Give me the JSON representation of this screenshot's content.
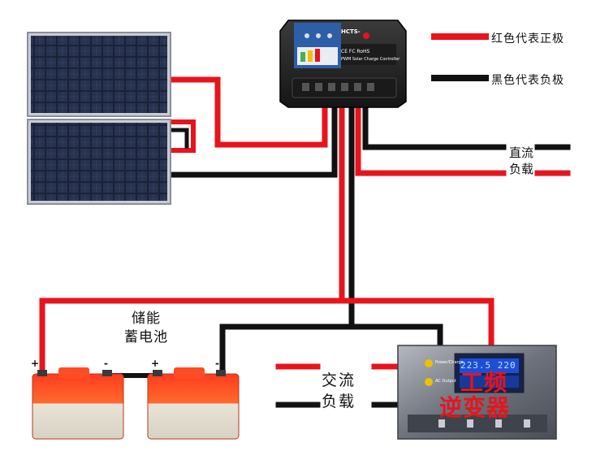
{
  "legend": {
    "positive": "红色代表正极",
    "negative": "黑色代表负极",
    "colors": {
      "positive": "#e8141c",
      "negative": "#111111"
    }
  },
  "controller": {
    "model": "HCTS-",
    "cert": "CE FC RoHS",
    "subtitle": "PWM Solar Charge Controller"
  },
  "dc_load": {
    "line1": "直流",
    "line2": "负载"
  },
  "battery": {
    "line1": "储能",
    "line2": "蓄电池",
    "plus": "+",
    "minus": "-"
  },
  "ac_load": {
    "line1": "交流",
    "line2": "负载"
  },
  "inverter": {
    "line1": "工频",
    "line2": "逆变器",
    "display": "223.5  220",
    "indicator1": "Power/Charge",
    "indicator2": "AC Output"
  },
  "icons": [
    "solar-panel-icon",
    "controller-icon",
    "battery-icon",
    "inverter-icon"
  ]
}
